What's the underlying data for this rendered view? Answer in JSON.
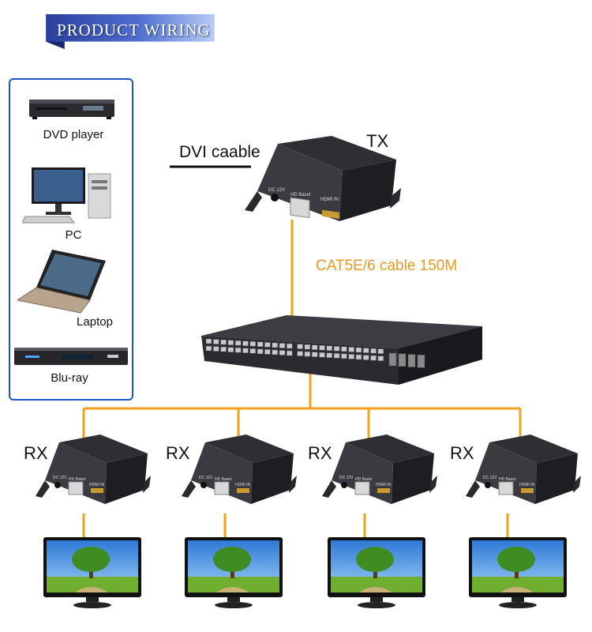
{
  "banner": {
    "title": "PRODUCT WIRING"
  },
  "sources": [
    {
      "label": "DVD player"
    },
    {
      "label": "PC"
    },
    {
      "label": "Laptop"
    },
    {
      "label": "Blu-ray"
    }
  ],
  "labels": {
    "dvi": "DVI caable",
    "tx": "TX",
    "cat": "CAT5E/6 cable 150M",
    "rx": "RX"
  },
  "device_text": {
    "dc": "DC 12V",
    "hdbaset": "HD Baset",
    "hdmi": "HDMI IN"
  },
  "colors": {
    "cable": "#f0a21c",
    "box_border": "#1d55c9",
    "banner_dark": "#2b3f9c",
    "banner_light": "#8aa6e8"
  }
}
